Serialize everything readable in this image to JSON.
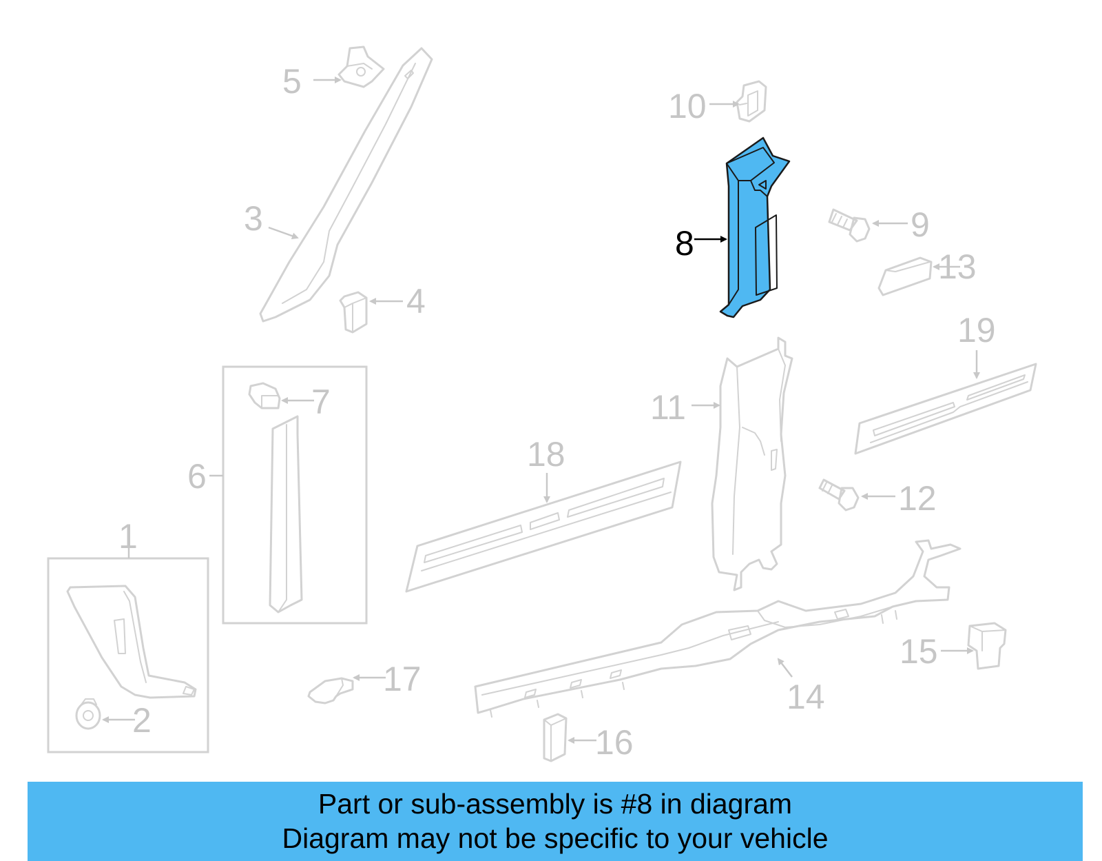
{
  "diagram": {
    "highlight_color": "#4fb8f2",
    "highlighted_part": "8",
    "callouts": {
      "c1": "1",
      "c2": "2",
      "c3": "3",
      "c4": "4",
      "c5": "5",
      "c6": "6",
      "c7": "7",
      "c8": "8",
      "c9": "9",
      "c10": "10",
      "c11": "11",
      "c12": "12",
      "c13": "13",
      "c14": "14",
      "c15": "15",
      "c16": "16",
      "c17": "17",
      "c18": "18",
      "c19": "19"
    }
  },
  "banner": {
    "line1": "Part or sub-assembly is #8 in diagram",
    "line2": "Diagram may not be specific to your vehicle"
  }
}
